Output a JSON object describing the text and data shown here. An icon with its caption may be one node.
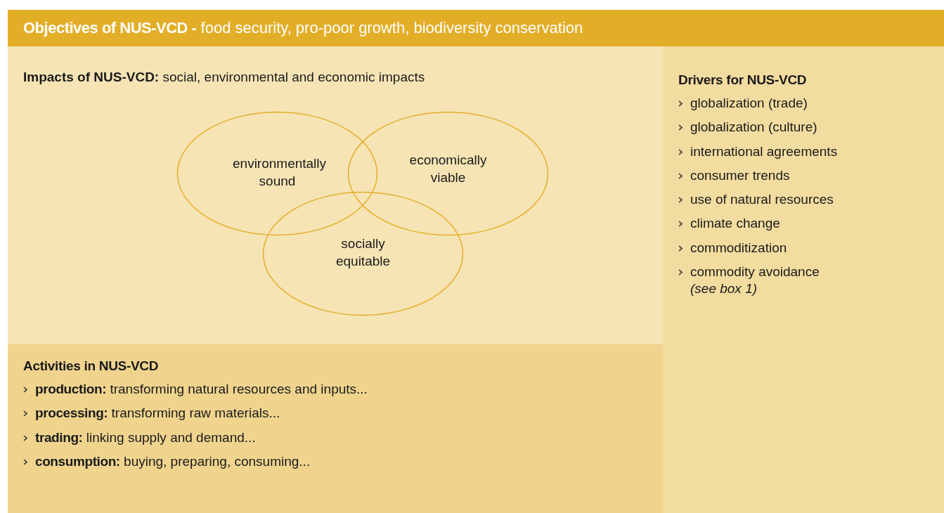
{
  "diagram": {
    "nodes": [
      {
        "text": [
          "**Objectives of NUS-VCD -** food security, pro-poor growth, biodiversity conservation"
        ]
      },
      {
        "text": [
          "**Impacts of NUS-VCD:** social, environmental and economic impacts"
        ]
      },
      {
        "text": [
          "environmentally sound"
        ],
        "in": 1
      },
      {
        "text": [
          "economically viable"
        ],
        "in": 1
      },
      {
        "text": [
          "socially equitable"
        ],
        "in": 1
      },
      {
        "text": [
          "Activities in NUS-VCD",
          "**production:** transforming natural resources and inputs...",
          "**processing:** transforming raw materials...",
          "**trading:** linking supply and demand...",
          "**consumption:** buying, preparing, consuming..."
        ]
      },
      {
        "text": [
          "Drivers for NUS-VCD",
          "globalization (trade)",
          "globalization (culture)",
          "international agreements",
          "consumer trends",
          "use of natural resources",
          "climate change",
          "commoditization",
          "commodity avoidance *(see box 1)*"
        ]
      }
    ],
    "edges": []
  }
}
